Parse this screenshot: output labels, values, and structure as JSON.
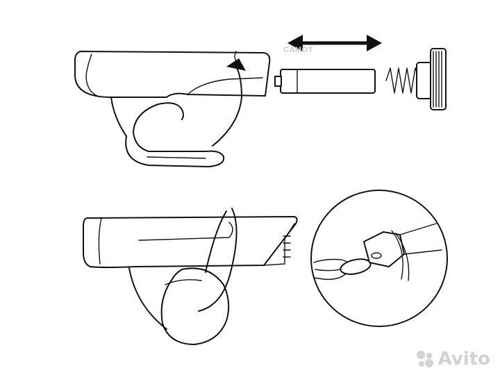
{
  "brand_label": "CAMOT",
  "watermark": {
    "text": "Avito",
    "icon": "avito-logo-icon"
  },
  "colors": {
    "ink": "#111111",
    "background": "#ffffff",
    "watermark": "#d2d2d2"
  },
  "illustrations": [
    {
      "name": "battery-insertion-step",
      "icons": [
        "bike-light-housing-icon",
        "rotate-arrow-icon",
        "battery-icon",
        "spring-icon",
        "end-cap-icon",
        "double-arrow-icon"
      ]
    },
    {
      "name": "mounting-step",
      "icons": [
        "mounted-light-icon",
        "handlebar-icon",
        "strap-icon"
      ]
    },
    {
      "name": "detail-inset",
      "icons": [
        "magnifier-circle-icon",
        "hand-icon",
        "coin-icon"
      ]
    }
  ]
}
